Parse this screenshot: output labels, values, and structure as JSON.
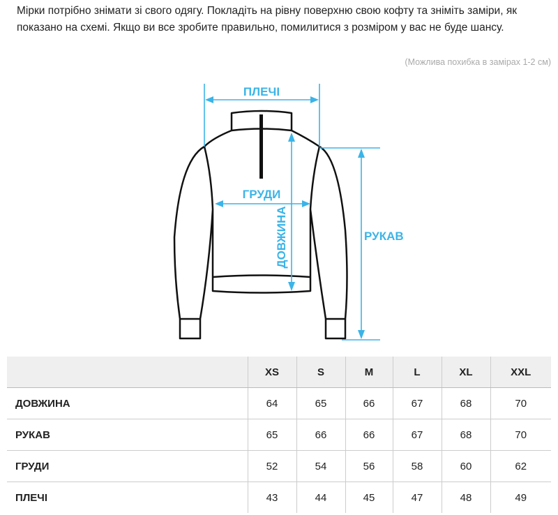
{
  "intro_text": "Мірки потрібно знімати зі свого одягу. Покладіть на рівну поверхню свою кофту та зніміть заміри, як показано на схемі. Якщо ви все зробите правильно, помилитися з розміром у вас не буде шансу.",
  "note": "(Можлива похибка в замірах 1-2 см)",
  "diagram": {
    "shoulders": "ПЛЕЧІ",
    "chest": "ГРУДИ",
    "length": "ДОВЖИНА",
    "sleeve": "РУКАВ",
    "accent": "#3bb4e8"
  },
  "table": {
    "sizes": [
      "XS",
      "S",
      "M",
      "L",
      "XL",
      "XXL"
    ],
    "rows": [
      {
        "label": "ДОВЖИНА",
        "values": [
          "64",
          "65",
          "66",
          "67",
          "68",
          "70"
        ]
      },
      {
        "label": "РУКАВ",
        "values": [
          "65",
          "66",
          "66",
          "67",
          "68",
          "70"
        ]
      },
      {
        "label": "ГРУДИ",
        "values": [
          "52",
          "54",
          "56",
          "58",
          "60",
          "62"
        ]
      },
      {
        "label": "ПЛЕЧІ",
        "values": [
          "43",
          "44",
          "45",
          "47",
          "48",
          "49"
        ]
      }
    ]
  }
}
